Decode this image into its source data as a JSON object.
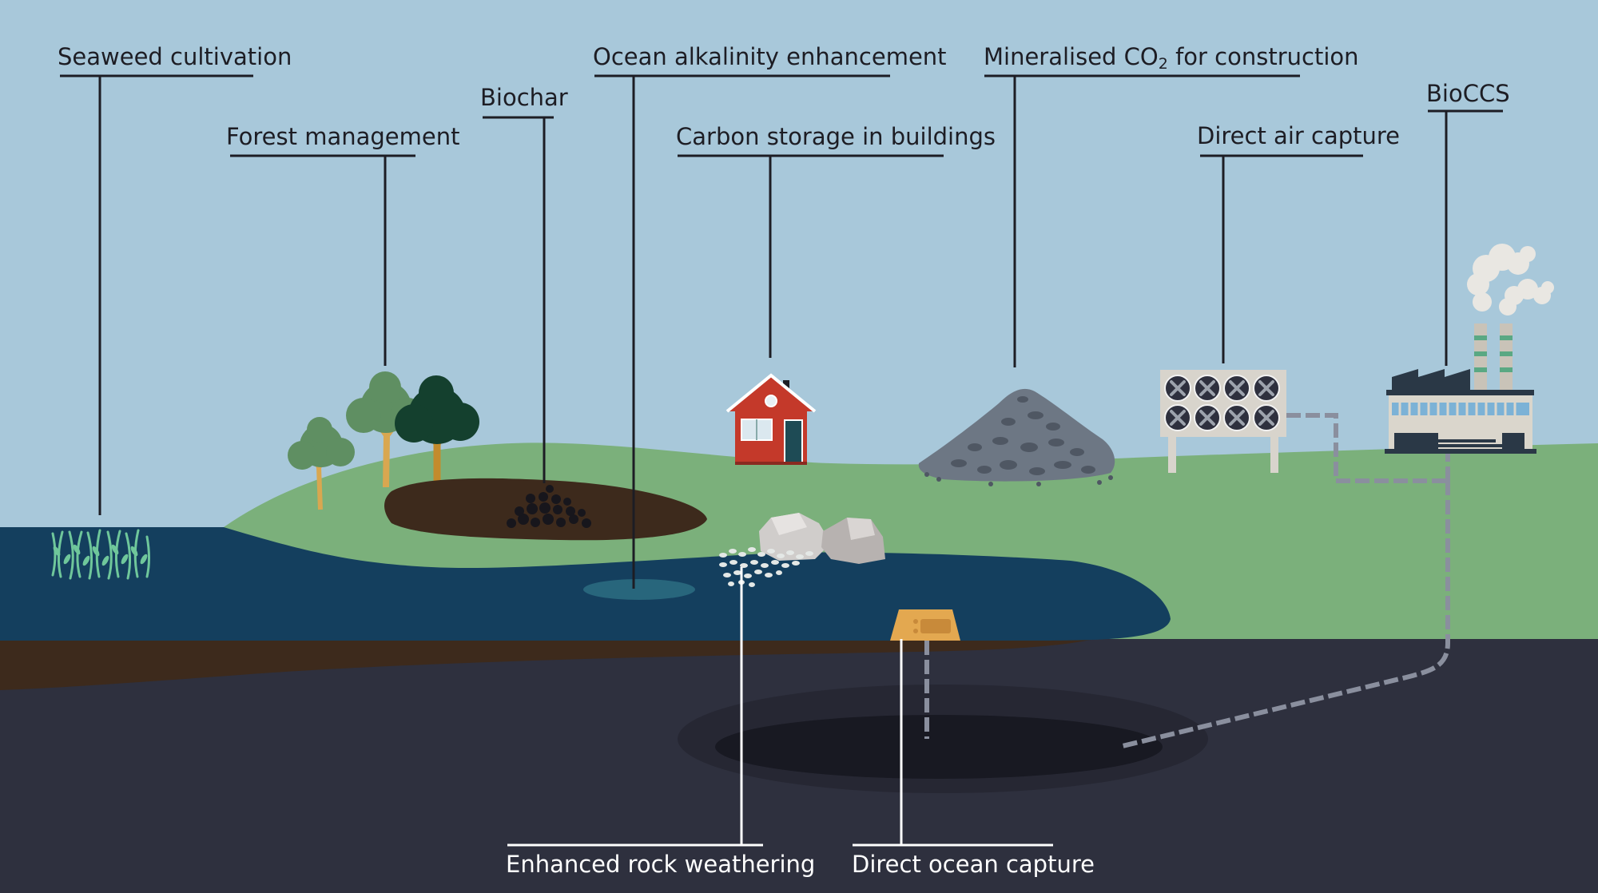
{
  "labels": {
    "seaweed": "Seaweed cultivation",
    "forest": "Forest management",
    "biochar": "Biochar",
    "ocean_alkalinity": "Ocean alkalinity enhancement",
    "buildings": "Carbon storage in buildings",
    "mineralised_pre": "Mineralised CO",
    "mineralised_sub": "2",
    "mineralised_post": " for construction",
    "dac": "Direct air capture",
    "bioccs": "BioCCS",
    "rock_weathering": "Enhanced rock weathering",
    "doc": "Direct ocean capture"
  },
  "colors": {
    "sky": "#a8c8da",
    "land": "#7bb07b",
    "ocean": "#143f5e",
    "soil": "#3d2a1c",
    "bedrock": "#2e303e",
    "reservoir": "#181922",
    "house": "#c4392a",
    "leader_dark": "#1d1d24",
    "leader_light": "#ffffff"
  }
}
